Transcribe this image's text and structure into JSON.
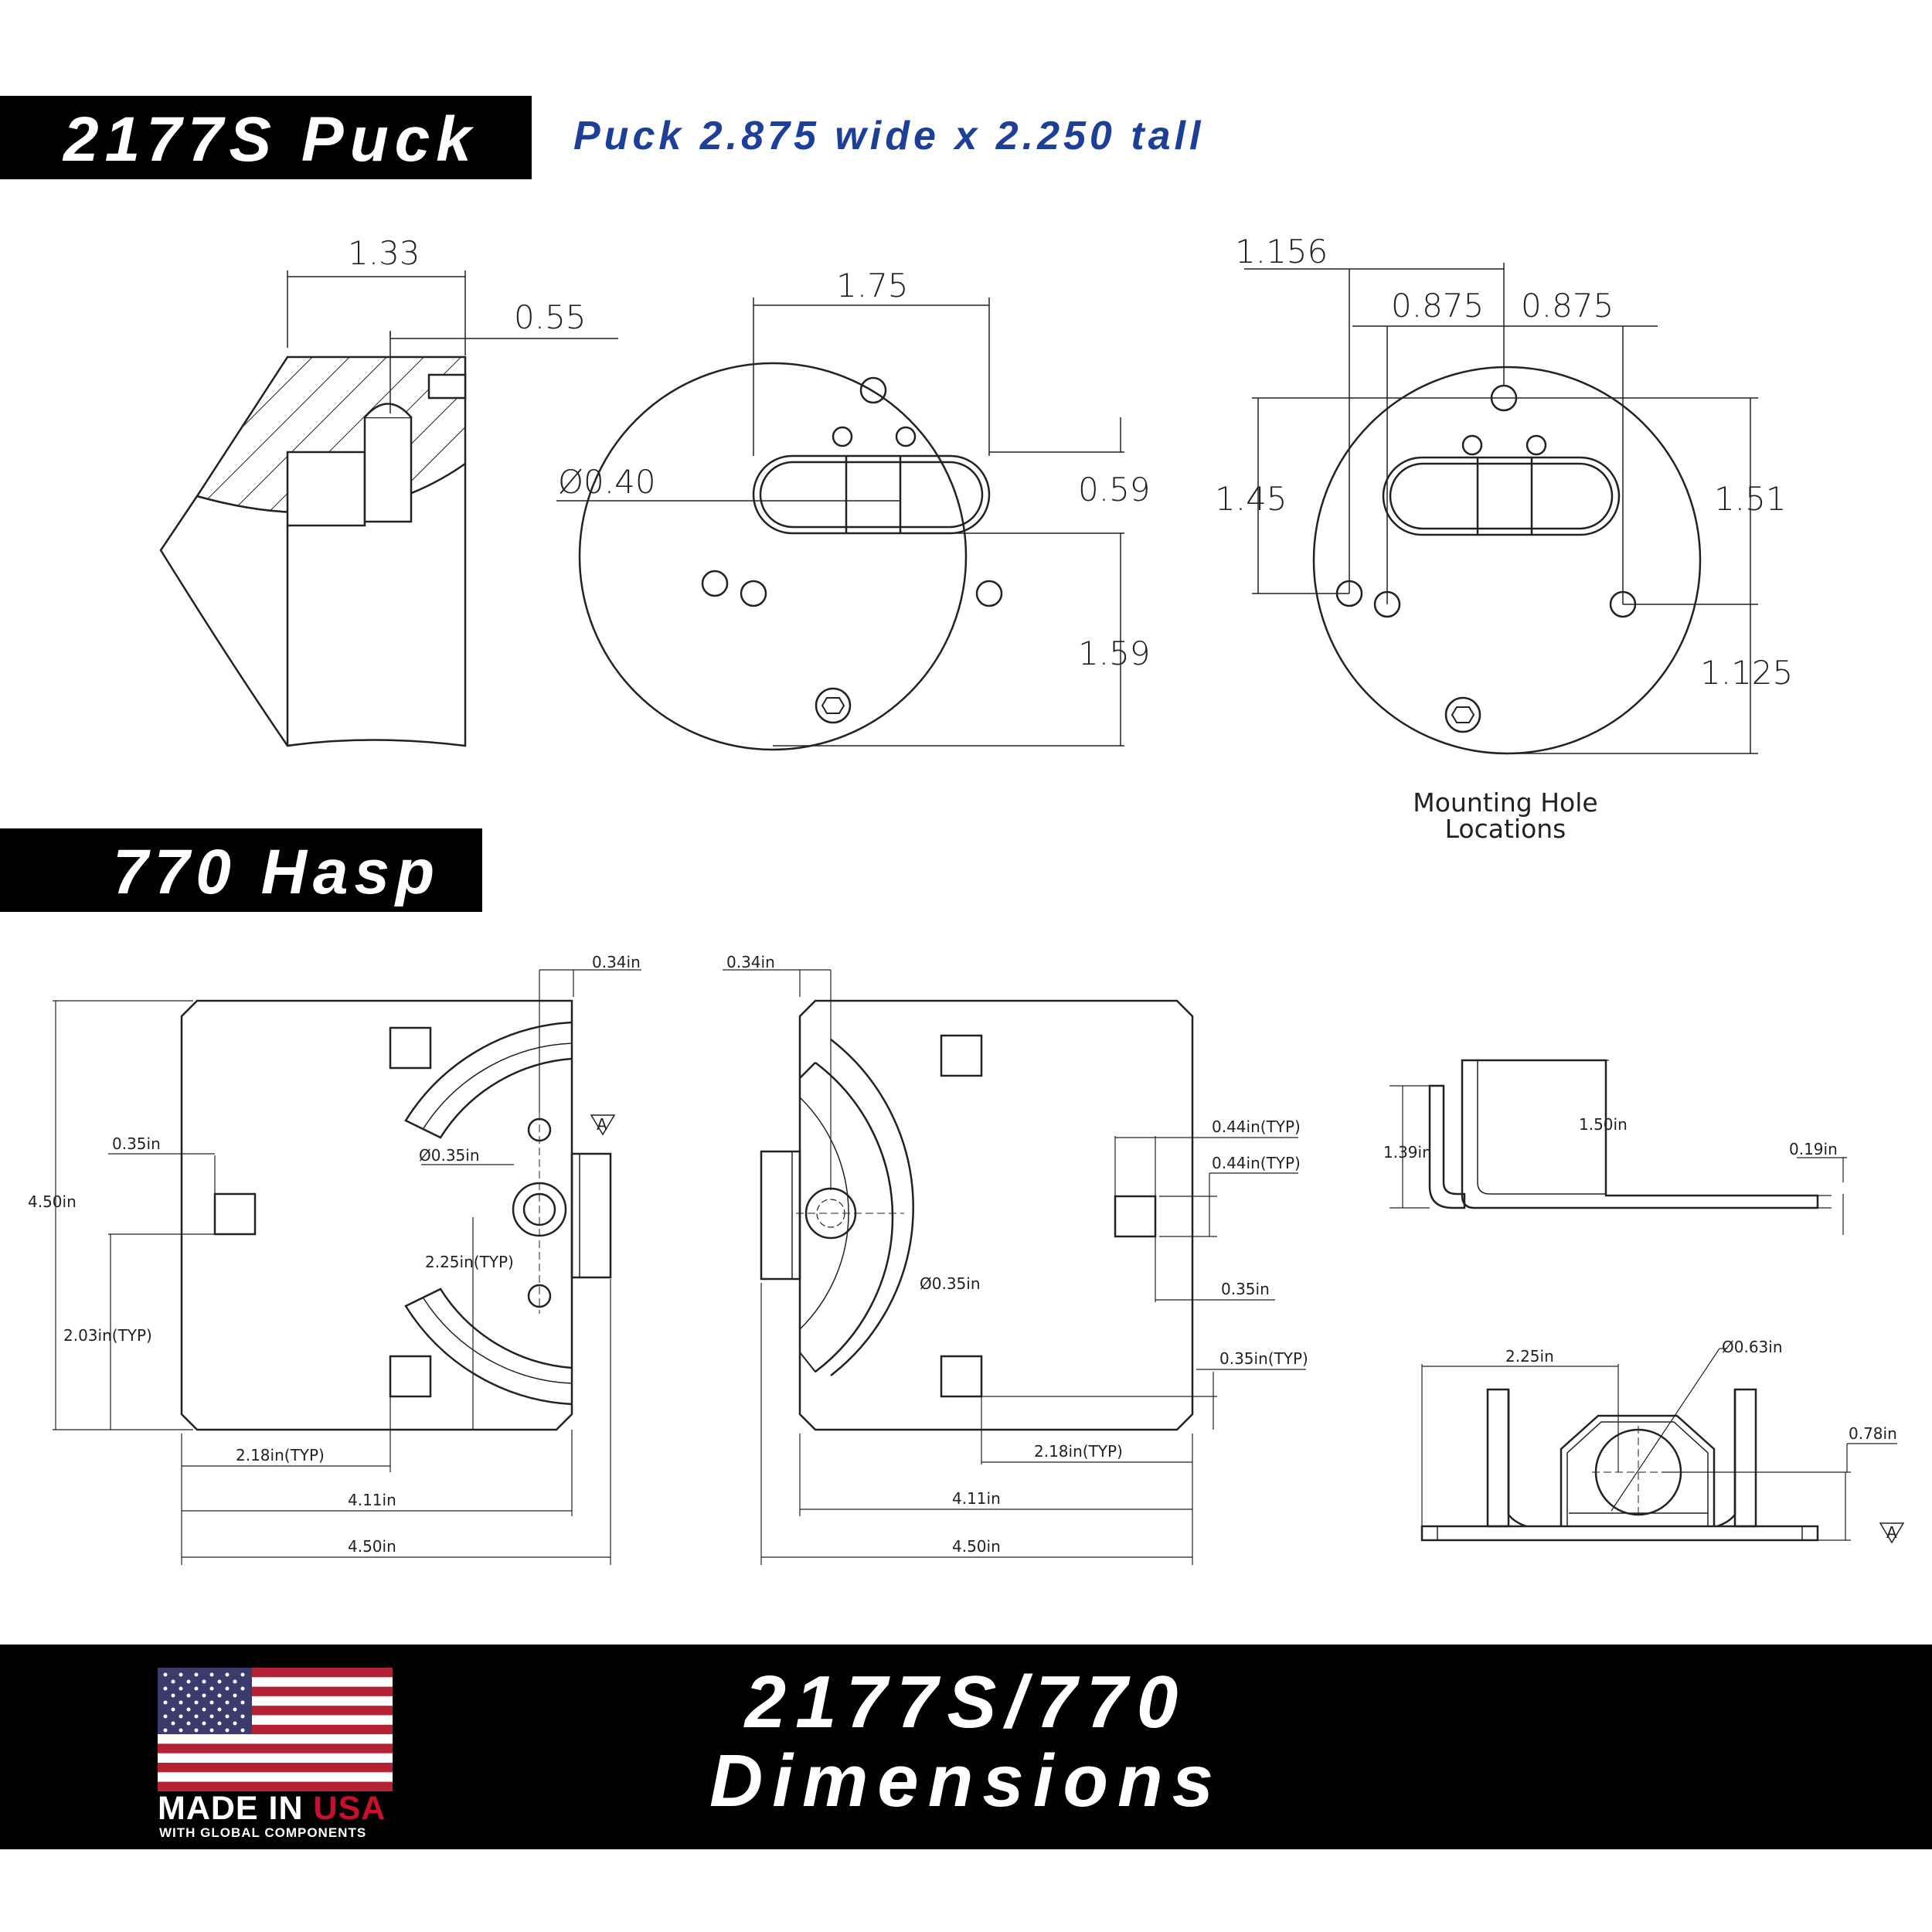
{
  "puck": {
    "banner": "2177S Puck",
    "subtitle": "Puck 2.875 wide x 2.250 tall",
    "dims": {
      "side_width": "1.33",
      "side_inset": "0.55",
      "top_slot_width": "1.75",
      "hole_dia": "Ø0.40",
      "slot_to_top": "0.59",
      "slot_to_bottom": "1.59",
      "mh_offset": "1.156",
      "mh_left": "0.875",
      "mh_right": "0.875",
      "mh_left_height": "1.45",
      "mh_right_height": "1.51",
      "mh_bottom": "1.125"
    },
    "mounting_caption_1": "Mounting Hole",
    "mounting_caption_2": "Locations"
  },
  "hasp": {
    "banner": "770 Hasp",
    "dims": {
      "left_top_offset": "0.34in",
      "left_height": "4.50in",
      "left_sq_offset": "0.35in",
      "left_hole_dia": "Ø0.35in",
      "left_arc_radius": "2.25in(TYP)",
      "left_sq_height": "2.03in(TYP)",
      "left_sq_spacing": "2.18in(TYP)",
      "left_inner_width": "4.11in",
      "left_total_width": "4.50in",
      "datum": "A",
      "right_top_offset": "0.34in",
      "right_sq_size_1": "0.44in(TYP)",
      "right_sq_size_2": "0.44in(TYP)",
      "right_hole_dia": "Ø0.35in",
      "right_sq_offset": "0.35in",
      "right_sq_bottom": "0.35in(TYP)",
      "right_sq_spacing": "2.18in(TYP)",
      "right_inner_width": "4.11in",
      "right_total_width": "4.50in",
      "side_height_1": "1.39in",
      "side_height_2": "1.50in",
      "thickness": "0.19in",
      "bracket_width": "2.25in",
      "bracket_hole_dia": "Ø0.63in",
      "bracket_height": "0.78in"
    }
  },
  "footer": {
    "title_line1": "2177S/770",
    "title_line2": "Dimensions",
    "made_in": "MADE IN",
    "usa": "USA",
    "made_sub": "WITH GLOBAL COMPONENTS"
  },
  "colors": {
    "banner": "#000000",
    "subtitle": "#1d3f98",
    "flag_red": "#b22234",
    "flag_blue": "#3c3b6e"
  }
}
